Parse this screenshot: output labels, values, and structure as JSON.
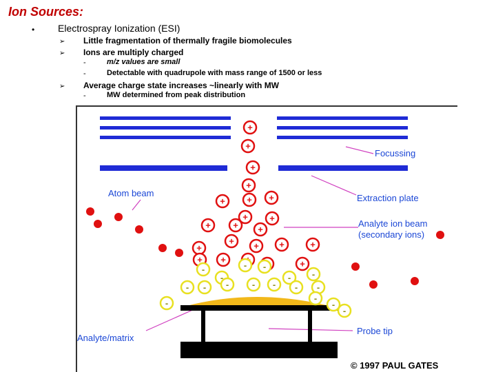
{
  "slide": {
    "title": "Ion Sources:",
    "bullet": "•",
    "level1": "Electrospray Ionization (ESI)",
    "arrow": "➢",
    "level2": [
      "Little fragmentation of thermally fragile biomolecules",
      "Ions are multiply charged",
      "Average charge state increases ~linearly with MW"
    ],
    "dash": "-",
    "level3": [
      "m/z values are small",
      "Detectable with quadrupole with mass range of 1500 or less",
      "MW determined from peak distribution"
    ]
  },
  "figure": {
    "labels": {
      "focussing": "Focussing",
      "atom_beam": "Atom beam",
      "extraction_plate": "Extraction plate",
      "analyte_ion_beam_1": "Analyte ion beam",
      "analyte_ion_beam_2": "(secondary ions)",
      "probe_tip": "Probe tip",
      "analyte_matrix": "Analyte/matrix",
      "copyright": "© 1997 PAUL GATES"
    },
    "colors": {
      "plate": "#1f2bd6",
      "label": "#1b47d6",
      "atom": "#e01010",
      "positive_ion": "#e01010",
      "negative_ion": "#e8e020",
      "sample": "#f2b81a",
      "probe": "#000000"
    },
    "symbols": {
      "positive": "+",
      "negative": "-"
    }
  }
}
